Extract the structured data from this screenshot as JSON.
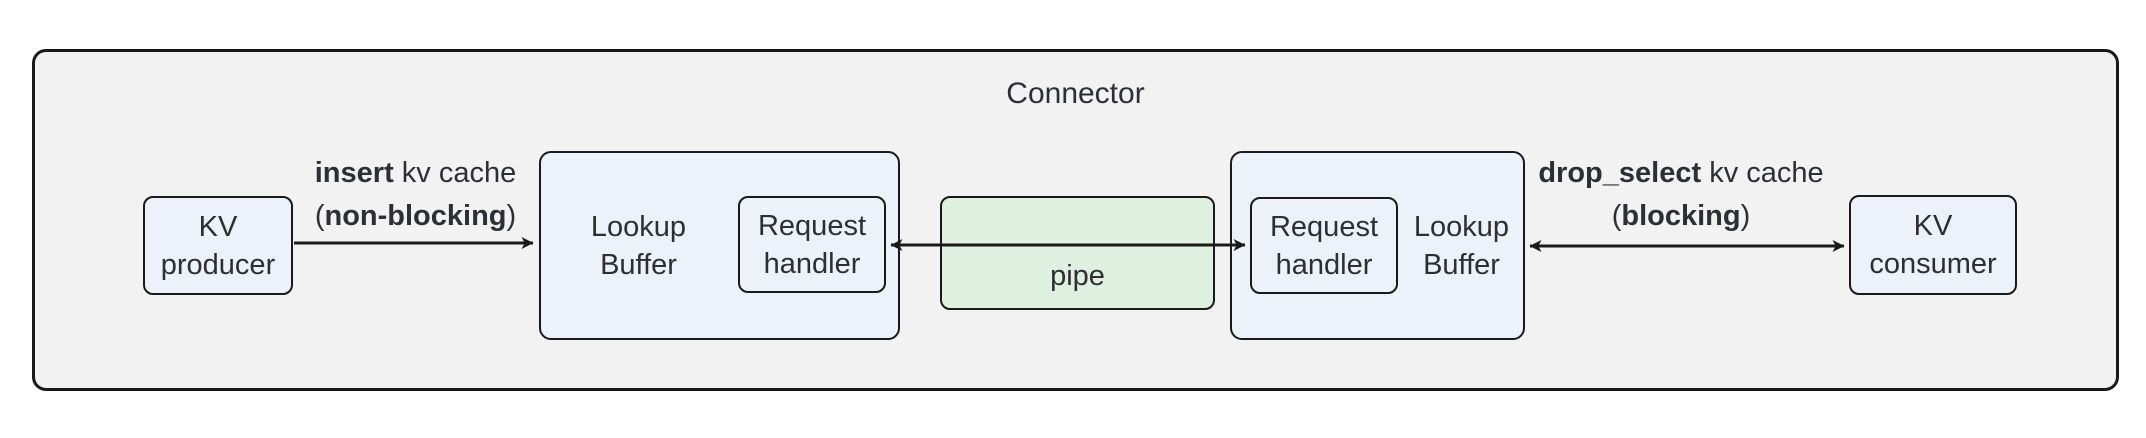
{
  "frame": {
    "title": "Connector"
  },
  "colors": {
    "page_background": "#ffffff",
    "frame_fill": "#f2f2f2",
    "node_fill": "#edf1fa",
    "pipe_fill": "#def0df",
    "border": "#1a1a1a",
    "text": "#2d2f33"
  },
  "nodes": {
    "kv_producer": {
      "line1": "KV",
      "line2": "producer"
    },
    "lookup_buffer_left": {
      "line1": "Lookup",
      "line2": "Buffer"
    },
    "request_handler_left": {
      "line1": "Request",
      "line2": "handler"
    },
    "pipe": {
      "label": "pipe"
    },
    "request_handler_right": {
      "line1": "Request",
      "line2": "handler"
    },
    "lookup_buffer_right": {
      "line1": "Lookup",
      "line2": "Buffer"
    },
    "kv_consumer": {
      "line1": "KV",
      "line2": "consumer"
    }
  },
  "edges": {
    "insert": {
      "verb": "insert",
      "rest": " kv cache",
      "open": "(",
      "mode": "non-blocking",
      "close": ")"
    },
    "drop_select": {
      "verb": "drop_select",
      "rest": " kv cache",
      "open": "(",
      "mode": "blocking",
      "close": ")"
    }
  }
}
